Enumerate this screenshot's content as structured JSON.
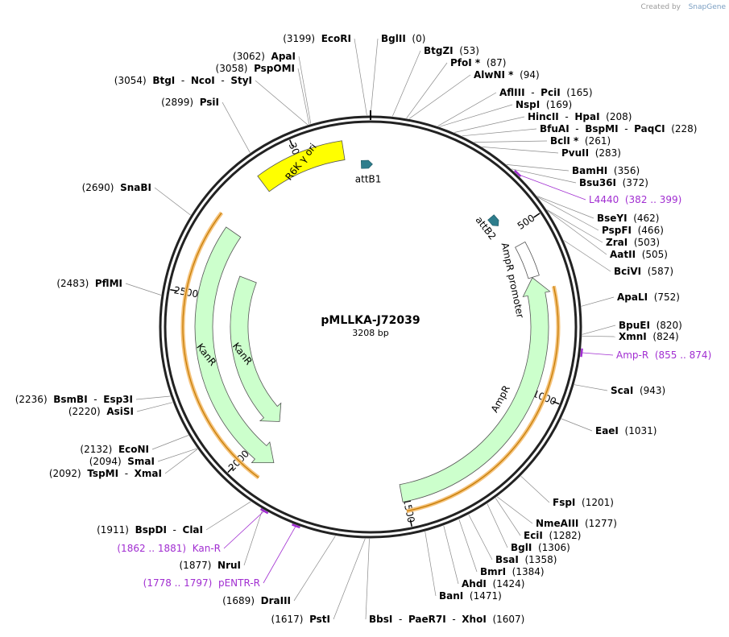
{
  "credit": {
    "created_by": "Created by",
    "brand": "SnapGene"
  },
  "plasmid": {
    "name": "pMLLKA-J72039",
    "size_label": "3208 bp",
    "length": 3208
  },
  "ticks": [
    {
      "bp": 500,
      "label": "500"
    },
    {
      "bp": 1000,
      "label": "1000"
    },
    {
      "bp": 1500,
      "label": "1500"
    },
    {
      "bp": 2000,
      "label": "2000"
    },
    {
      "bp": 2500,
      "label": "2500"
    },
    {
      "bp": 3000,
      "label": "3000"
    }
  ],
  "features": [
    {
      "name": "R6K γ ori",
      "start": 2880,
      "end": 3130,
      "type": "ori",
      "color": "#ffff00"
    },
    {
      "name": "attB1",
      "start": 3182,
      "end": 3206,
      "type": "site",
      "color": "#2e7d8c"
    },
    {
      "name": "attB2",
      "start": 428,
      "end": 452,
      "type": "site",
      "color": "#2e7d8c"
    },
    {
      "name": "AmpR promoter",
      "start": 545,
      "end": 650,
      "type": "promoter",
      "color": "#ffffff"
    },
    {
      "name": "AmpR",
      "start": 651,
      "end": 1511,
      "type": "cds",
      "direction": "reverse",
      "color": "#ccffcc"
    },
    {
      "name": "KanR",
      "start": 1920,
      "end": 2715,
      "type": "cds",
      "direction": "reverse",
      "color": "#ccffcc"
    },
    {
      "name": "KanR",
      "start": 1995,
      "end": 2595,
      "type": "cds",
      "direction": "reverse",
      "color": "#ccffcc"
    }
  ],
  "sites": [
    {
      "side": "r",
      "parts": [
        {
          "t": "BglII",
          "b": true
        },
        {
          "t": "  (0)"
        }
      ]
    },
    {
      "side": "r",
      "parts": [
        {
          "t": "BtgZI",
          "b": true
        },
        {
          "t": "  (53)"
        }
      ]
    },
    {
      "side": "r",
      "parts": [
        {
          "t": "PfoI *",
          "b": true
        },
        {
          "t": "  (87)"
        }
      ]
    },
    {
      "side": "r",
      "parts": [
        {
          "t": "AlwNI *",
          "b": true
        },
        {
          "t": "  (94)"
        }
      ]
    },
    {
      "side": "r",
      "parts": [
        {
          "t": "AflIII",
          "b": true
        },
        {
          "t": "  -  "
        },
        {
          "t": "PciI",
          "b": true
        },
        {
          "t": "  (165)"
        }
      ]
    },
    {
      "side": "r",
      "parts": [
        {
          "t": "NspI",
          "b": true
        },
        {
          "t": "  (169)"
        }
      ]
    },
    {
      "side": "r",
      "parts": [
        {
          "t": "HincII",
          "b": true
        },
        {
          "t": "  -  "
        },
        {
          "t": "HpaI",
          "b": true
        },
        {
          "t": "  (208)"
        }
      ]
    },
    {
      "side": "r",
      "parts": [
        {
          "t": "BfuAI",
          "b": true
        },
        {
          "t": "  -  "
        },
        {
          "t": "BspMI",
          "b": true
        },
        {
          "t": "  -  "
        },
        {
          "t": "PaqCI",
          "b": true
        },
        {
          "t": "  (228)"
        }
      ]
    },
    {
      "side": "r",
      "parts": [
        {
          "t": "BclI *",
          "b": true
        },
        {
          "t": "  (261)"
        }
      ]
    },
    {
      "side": "r",
      "parts": [
        {
          "t": "PvuII",
          "b": true
        },
        {
          "t": "  (283)"
        }
      ]
    },
    {
      "side": "r",
      "parts": [
        {
          "t": "BamHI",
          "b": true
        },
        {
          "t": "  (356)"
        }
      ]
    },
    {
      "side": "r",
      "parts": [
        {
          "t": "Bsu36I",
          "b": true
        },
        {
          "t": "  (372)"
        }
      ]
    },
    {
      "side": "r",
      "primer": true,
      "parts": [
        {
          "t": "L4440"
        },
        {
          "t": "  (382 .. 399)"
        }
      ]
    },
    {
      "side": "r",
      "parts": [
        {
          "t": "BseYI",
          "b": true
        },
        {
          "t": "  (462)"
        }
      ]
    },
    {
      "side": "r",
      "parts": [
        {
          "t": "PspFI",
          "b": true
        },
        {
          "t": "  (466)"
        }
      ]
    },
    {
      "side": "r",
      "parts": [
        {
          "t": "ZraI",
          "b": true
        },
        {
          "t": "  (503)"
        }
      ]
    },
    {
      "side": "r",
      "parts": [
        {
          "t": "AatII",
          "b": true
        },
        {
          "t": "  (505)"
        }
      ]
    },
    {
      "side": "r",
      "parts": [
        {
          "t": "BciVI",
          "b": true
        },
        {
          "t": "  (587)"
        }
      ]
    },
    {
      "side": "r",
      "parts": [
        {
          "t": "ApaLI",
          "b": true
        },
        {
          "t": "  (752)"
        }
      ]
    },
    {
      "side": "r",
      "parts": [
        {
          "t": "BpuEI",
          "b": true
        },
        {
          "t": "  (820)"
        }
      ]
    },
    {
      "side": "r",
      "parts": [
        {
          "t": "XmnI",
          "b": true
        },
        {
          "t": "  (824)"
        }
      ]
    },
    {
      "side": "r",
      "primer": true,
      "parts": [
        {
          "t": "Amp-R"
        },
        {
          "t": "  (855 .. 874)"
        }
      ]
    },
    {
      "side": "r",
      "parts": [
        {
          "t": "ScaI",
          "b": true
        },
        {
          "t": "  (943)"
        }
      ]
    },
    {
      "side": "r",
      "parts": [
        {
          "t": "EaeI",
          "b": true
        },
        {
          "t": "  (1031)"
        }
      ]
    },
    {
      "side": "r",
      "parts": [
        {
          "t": "FspI",
          "b": true
        },
        {
          "t": "  (1201)"
        }
      ]
    },
    {
      "side": "r",
      "parts": [
        {
          "t": "NmeAIII",
          "b": true
        },
        {
          "t": "  (1277)"
        }
      ]
    },
    {
      "side": "r",
      "parts": [
        {
          "t": "EciI",
          "b": true
        },
        {
          "t": "  (1282)"
        }
      ]
    },
    {
      "side": "r",
      "parts": [
        {
          "t": "BglI",
          "b": true
        },
        {
          "t": "  (1306)"
        }
      ]
    },
    {
      "side": "r",
      "parts": [
        {
          "t": "BsaI",
          "b": true
        },
        {
          "t": "  (1358)"
        }
      ]
    },
    {
      "side": "r",
      "parts": [
        {
          "t": "BmrI",
          "b": true
        },
        {
          "t": "  (1384)"
        }
      ]
    },
    {
      "side": "r",
      "parts": [
        {
          "t": "AhdI",
          "b": true
        },
        {
          "t": "  (1424)"
        }
      ]
    },
    {
      "side": "r",
      "parts": [
        {
          "t": "BanI",
          "b": true
        },
        {
          "t": "  (1471)"
        }
      ]
    },
    {
      "side": "r",
      "parts": [
        {
          "t": "BbsI",
          "b": true
        },
        {
          "t": "  -  "
        },
        {
          "t": "PaeR7I",
          "b": true
        },
        {
          "t": "  -  "
        },
        {
          "t": "XhoI",
          "b": true
        },
        {
          "t": "  (1607)"
        }
      ]
    },
    {
      "side": "l",
      "parts": [
        {
          "t": "(1617)  "
        },
        {
          "t": "PstI",
          "b": true
        }
      ]
    },
    {
      "side": "l",
      "parts": [
        {
          "t": "(1689)  "
        },
        {
          "t": "DraIII",
          "b": true
        }
      ]
    },
    {
      "side": "l",
      "primer": true,
      "parts": [
        {
          "t": "(1778 .. 1797)  "
        },
        {
          "t": "pENTR-R"
        }
      ]
    },
    {
      "side": "l",
      "parts": [
        {
          "t": "(1877)  "
        },
        {
          "t": "NruI",
          "b": true
        }
      ]
    },
    {
      "side": "l",
      "primer": true,
      "parts": [
        {
          "t": "(1862 .. 1881)  "
        },
        {
          "t": "Kan-R"
        }
      ]
    },
    {
      "side": "l",
      "parts": [
        {
          "t": "(1911)  "
        },
        {
          "t": "BspDI",
          "b": true
        },
        {
          "t": "  -  "
        },
        {
          "t": "ClaI",
          "b": true
        }
      ]
    },
    {
      "side": "l",
      "parts": [
        {
          "t": "(2092)  "
        },
        {
          "t": "TspMI",
          "b": true
        },
        {
          "t": "  -  "
        },
        {
          "t": "XmaI",
          "b": true
        }
      ]
    },
    {
      "side": "l",
      "parts": [
        {
          "t": "(2094)  "
        },
        {
          "t": "SmaI",
          "b": true
        }
      ]
    },
    {
      "side": "l",
      "parts": [
        {
          "t": "(2132)  "
        },
        {
          "t": "EcoNI",
          "b": true
        }
      ]
    },
    {
      "side": "l",
      "parts": [
        {
          "t": "(2220)  "
        },
        {
          "t": "AsiSI",
          "b": true
        }
      ]
    },
    {
      "side": "l",
      "parts": [
        {
          "t": "(2236)  "
        },
        {
          "t": "BsmBI",
          "b": true
        },
        {
          "t": "  -  "
        },
        {
          "t": "Esp3I",
          "b": true
        }
      ]
    },
    {
      "side": "l",
      "parts": [
        {
          "t": "(2483)  "
        },
        {
          "t": "PflMI",
          "b": true
        }
      ]
    },
    {
      "side": "l",
      "parts": [
        {
          "t": "(2690)  "
        },
        {
          "t": "SnaBI",
          "b": true
        }
      ]
    },
    {
      "side": "l",
      "parts": [
        {
          "t": "(2899)  "
        },
        {
          "t": "PsiI",
          "b": true
        }
      ]
    },
    {
      "side": "l",
      "parts": [
        {
          "t": "(3054)  "
        },
        {
          "t": "BtgI",
          "b": true
        },
        {
          "t": "  -  "
        },
        {
          "t": "NcoI",
          "b": true
        },
        {
          "t": "  -  "
        },
        {
          "t": "StyI",
          "b": true
        }
      ]
    },
    {
      "side": "l",
      "parts": [
        {
          "t": "(3058)  "
        },
        {
          "t": "PspOMI",
          "b": true
        }
      ]
    },
    {
      "side": "l",
      "parts": [
        {
          "t": "(3062)  "
        },
        {
          "t": "ApaI",
          "b": true
        }
      ]
    },
    {
      "side": "l",
      "parts": [
        {
          "t": "(3199)  "
        },
        {
          "t": "EcoRI",
          "b": true
        }
      ]
    }
  ]
}
